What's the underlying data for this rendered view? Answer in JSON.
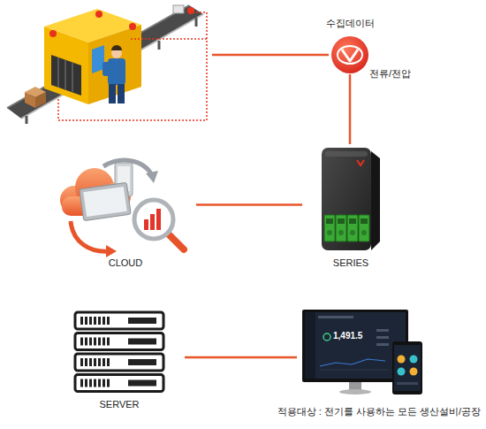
{
  "diagram": {
    "caption": "적용대상 : 전기를 사용하는 모든 생산설비/공장",
    "nodes": [
      {
        "text": [
          "수집데이터",
          "전류/전압"
        ]
      },
      {
        "text": [
          "CLOUD"
        ]
      },
      {
        "text": [
          "SERIES"
        ]
      },
      {
        "text": [
          "SERVER"
        ]
      },
      {
        "text": [
          "1,491.5"
        ]
      }
    ],
    "edges": [
      {
        "from": 0,
        "to": 2,
        "arrow": "none"
      },
      {
        "from": 1,
        "to": 2,
        "arrow": "none"
      },
      {
        "from": 3,
        "to": 4,
        "arrow": "none"
      }
    ]
  }
}
